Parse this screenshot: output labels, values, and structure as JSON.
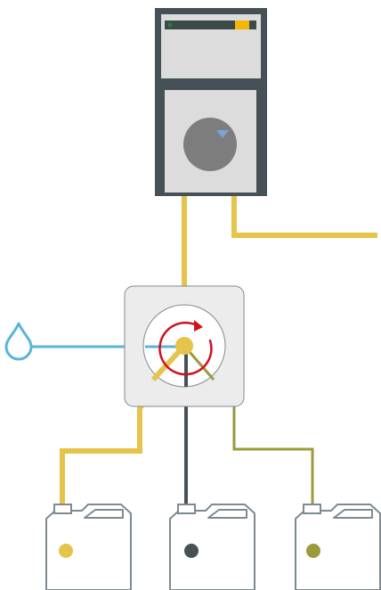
{
  "colors": {
    "yellow": "#e6c34a",
    "dark": "#455156",
    "olive": "#9c9a3c",
    "blue": "#5ab4dc",
    "red": "#d0121b",
    "unit_gray": "#dcdcdc",
    "unit_frame": "#455156",
    "knob": "#7d7d7d",
    "knob_marker": "#7aa3d6",
    "display_bg": "#3d4a4a",
    "display_accent": "#f2b705",
    "valve_body": "#ececec",
    "canister_stroke": "#7e8a90"
  },
  "icons": {
    "control_unit": "instrument-unit-icon",
    "knob": "rotary-knob-icon",
    "valve": "rotary-valve-icon",
    "rotation": "rotation-arrow-icon",
    "drop": "water-drop-icon",
    "canister": "canister-icon"
  },
  "canisters": [
    {
      "id": "left",
      "fluid_color": "#e6c34a"
    },
    {
      "id": "middle",
      "fluid_color": "#455156"
    },
    {
      "id": "right",
      "fluid_color": "#9c9a3c"
    }
  ]
}
